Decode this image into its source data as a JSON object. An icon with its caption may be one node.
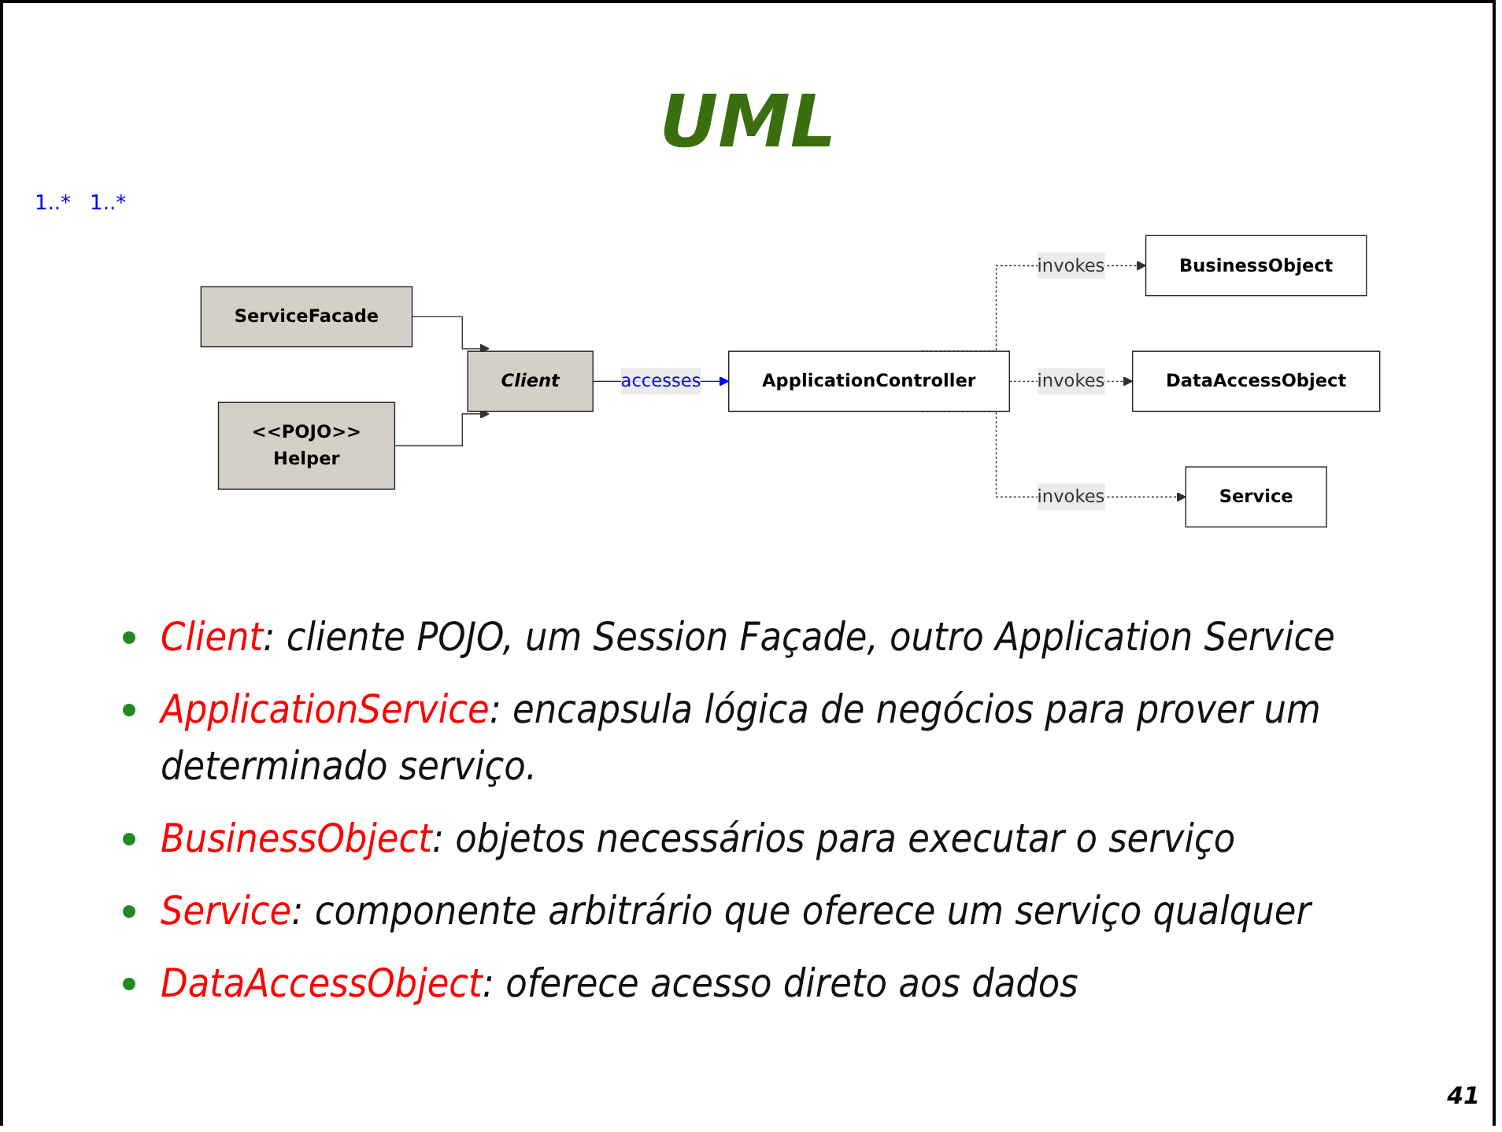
{
  "diagram": {
    "title": "UML",
    "nodes": [
      {
        "text": [
          "Client"
        ]
      },
      {
        "text": [
          "ServiceFacade"
        ]
      },
      {
        "text": [
          "<<POJO>>",
          "Helper"
        ]
      },
      {
        "text": [
          "ApplicationController"
        ]
      },
      {
        "text": [
          "BusinessObject"
        ]
      },
      {
        "text": [
          "DataAccessObject"
        ]
      },
      {
        "text": [
          "Service"
        ]
      }
    ],
    "edges": [
      {
        "from": 1,
        "to": 0,
        "arrow": "to"
      },
      {
        "from": 2,
        "to": 0,
        "arrow": "to"
      },
      {
        "from": 0,
        "to": 3,
        "arrow": "to",
        "label": "accesses",
        "color": "#0000ff"
      },
      {
        "from": 3,
        "to": 4,
        "arrow": "to",
        "label": "invokes",
        "style": "dashed"
      },
      {
        "from": 3,
        "to": 5,
        "arrow": "to",
        "label": "invokes",
        "style": "dashed"
      },
      {
        "from": 3,
        "to": 6,
        "arrow": "to",
        "label": "invokes",
        "style": "dashed"
      }
    ],
    "labels": [
      "1..*",
      "1..*",
      "Client: cliente POJO, um Session Façade, outro Application Service",
      "ApplicationService: encapsula lógica de negócios para prover um determinado serviço.",
      "BusinessObject: objetos necessários para executar o serviço",
      "Service: componente arbitrário que oferece um serviço qualquer",
      "DataAccessObject: oferece acesso direto aos dados",
      "41"
    ]
  }
}
